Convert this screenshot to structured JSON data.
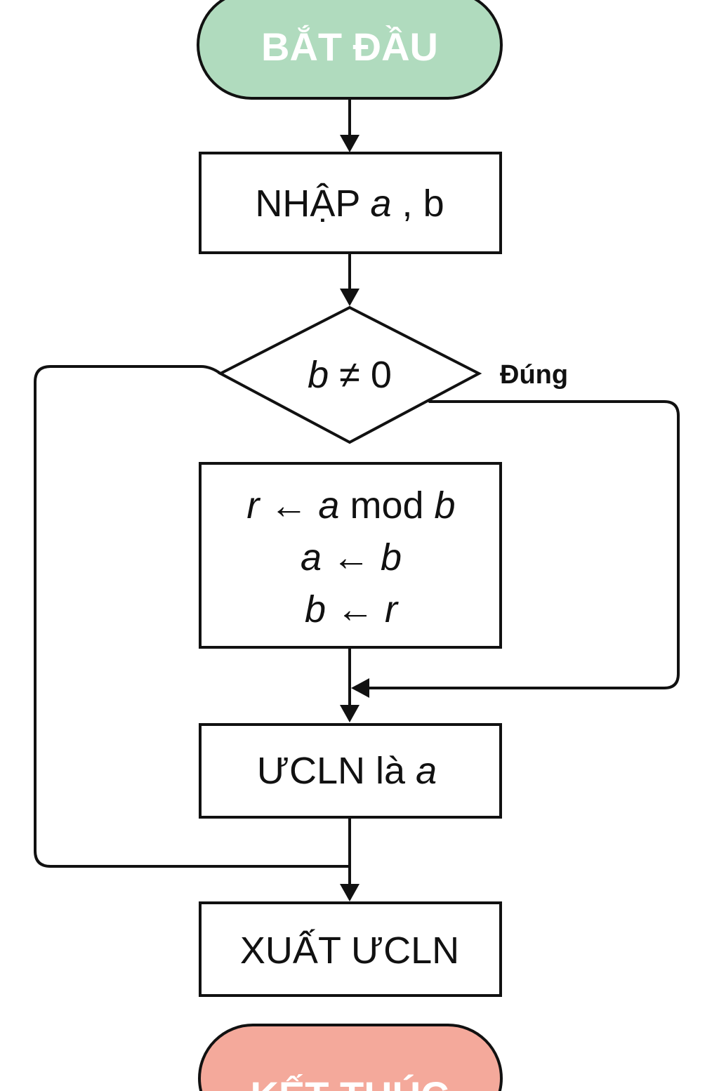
{
  "colors": {
    "start_fill": "#b0dbbe",
    "end_fill": "#f4a99b",
    "stroke": "#111111",
    "terminal_text": "#ffffff"
  },
  "nodes": {
    "start": {
      "text": "BẮT ĐẦU"
    },
    "input": {
      "text": "NHẬP",
      "var_a": "a",
      "sep": ",",
      "var_b": "b"
    },
    "decision": {
      "var": "b",
      "op": "≠",
      "value": "0"
    },
    "process": {
      "line1": {
        "left": "r",
        "arrow": "←",
        "var_a": "a",
        "op": "mod",
        "var_b": "b"
      },
      "line2": {
        "left": "a",
        "arrow": "←",
        "right": "b"
      },
      "line3": {
        "left": "b",
        "arrow": "←",
        "right": "r"
      }
    },
    "gcd": {
      "text": "ƯCLN là",
      "var": "a"
    },
    "output": {
      "text": "XUẤT ƯCLN"
    },
    "end": {
      "text": "KẾT THÚC"
    }
  },
  "edge_labels": {
    "true_branch": "Đúng"
  }
}
